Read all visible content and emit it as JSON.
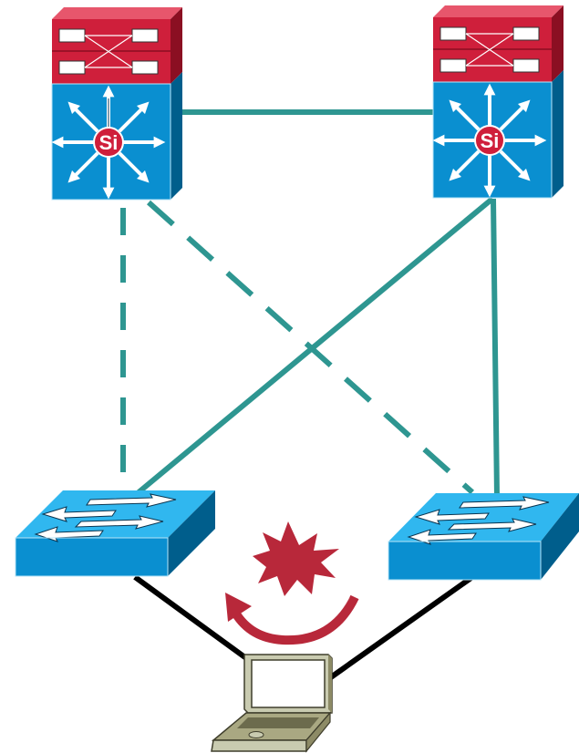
{
  "diagram": {
    "nodes": [
      {
        "id": "core-switch-left",
        "kind": "multilayer-switch",
        "label": "Si"
      },
      {
        "id": "core-switch-right",
        "kind": "multilayer-switch",
        "label": "Si"
      },
      {
        "id": "access-switch-left",
        "kind": "access-switch"
      },
      {
        "id": "access-switch-right",
        "kind": "access-switch"
      },
      {
        "id": "laptop",
        "kind": "laptop"
      }
    ],
    "links": [
      {
        "from": "core-switch-left",
        "to": "core-switch-right",
        "style": "solid",
        "color": "#2e9691"
      },
      {
        "from": "core-switch-left",
        "to": "access-switch-left",
        "style": "dashed",
        "color": "#2e9691"
      },
      {
        "from": "core-switch-left",
        "to": "access-switch-right",
        "style": "dashed",
        "color": "#2e9691"
      },
      {
        "from": "core-switch-right",
        "to": "access-switch-left",
        "style": "solid",
        "color": "#2e9691"
      },
      {
        "from": "core-switch-right",
        "to": "access-switch-right",
        "style": "solid",
        "color": "#2e9691"
      },
      {
        "from": "access-switch-left",
        "to": "laptop",
        "style": "solid",
        "color": "#000000"
      },
      {
        "from": "access-switch-right",
        "to": "laptop",
        "style": "solid",
        "color": "#000000"
      }
    ],
    "annotations": [
      {
        "kind": "burst-icon",
        "color": "#b8283a"
      },
      {
        "kind": "loop-arrow-icon",
        "color": "#b8283a"
      }
    ]
  },
  "colors": {
    "link": "#2e9691",
    "switch_blue": "#0a8fd0",
    "switch_top": "#30b7ef",
    "switch_side": "#005e8c",
    "router_red": "#cf1f3b",
    "router_dark": "#8b0f22",
    "alert_red": "#b8283a",
    "laptop_body": "#c9cbb0",
    "laptop_dark": "#6c6b4d"
  }
}
